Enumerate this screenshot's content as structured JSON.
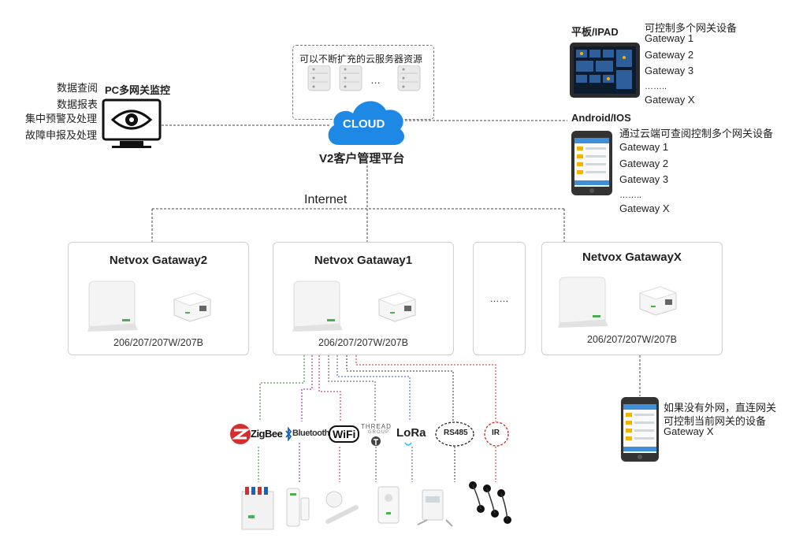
{
  "cloud": {
    "server_note": "可以不断扩充的云服务器资源",
    "ellipsis": "…",
    "label": "CLOUD",
    "platform": "V2客户管理平台"
  },
  "internet_label": "Internet",
  "pc": {
    "title": "PC多网关监控",
    "functions": [
      "数据查阅",
      "数据报表",
      "集中预警及处理",
      "故障申报及处理"
    ]
  },
  "tablet": {
    "title": "平板/IPAD",
    "note": "可控制多个网关设备",
    "gateways": [
      "Gateway  1",
      "Gateway  2",
      "Gateway  3",
      "……..",
      "Gateway  X"
    ]
  },
  "android": {
    "title": "Android/IOS",
    "note": "通过云端可查阅控制多个网关设备",
    "gateways": [
      "Gateway  1",
      "Gateway  2",
      "Gateway  3",
      "……..",
      "Gateway  X"
    ]
  },
  "gateways": [
    {
      "title": "Netvox  Gataway2",
      "model": "206/207/207W/207B"
    },
    {
      "title": "Netvox  Gataway1",
      "model": "206/207/207W/207B"
    },
    {
      "title": "……",
      "model": ""
    },
    {
      "title": "Netvox  GatawayX",
      "model": "206/207/207W/207B"
    }
  ],
  "direct": {
    "lines": [
      "如果没有外网，直连网关",
      "可控制当前网关的设备",
      "Gateway  X"
    ]
  },
  "protocols": [
    {
      "name": "ZigBee",
      "color": "#2e7d32"
    },
    {
      "name": "Bluetooth",
      "color": "#7b1fa2"
    },
    {
      "name": "WiFi",
      "color": "#c2185b"
    },
    {
      "name": "THREAD",
      "sub": "GROUP",
      "color": "#555555"
    },
    {
      "name": "LoRa",
      "color": "#3f51b5"
    },
    {
      "name": "RS485",
      "color": "#333333"
    },
    {
      "name": "IR",
      "color": "#c62828"
    }
  ],
  "colors": {
    "cloud": "#1e88e5",
    "box_border": "#cfcfcf",
    "dash": "#444444"
  }
}
